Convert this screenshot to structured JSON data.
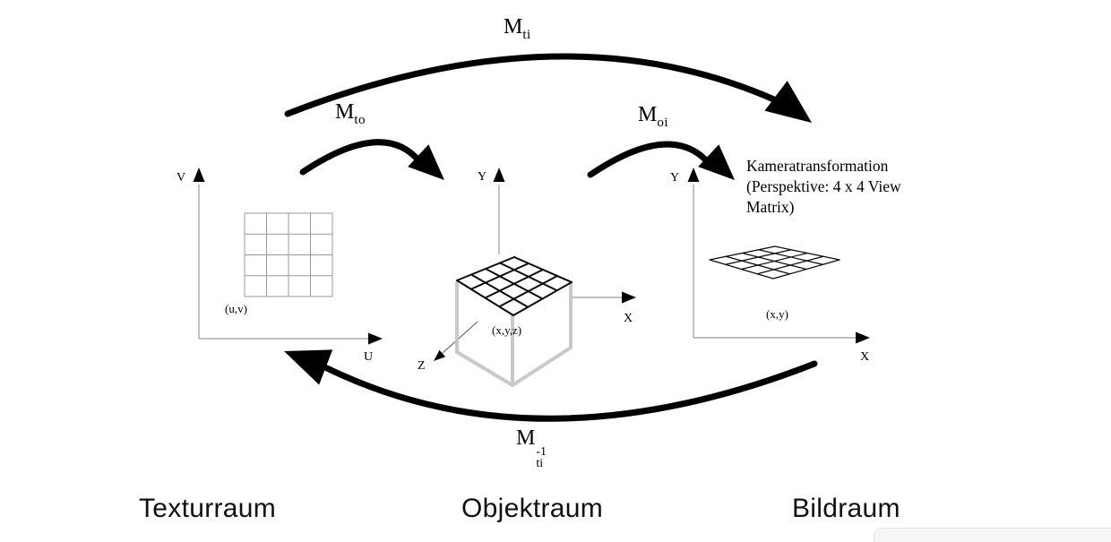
{
  "transform_labels": {
    "m_ti": {
      "base": "M",
      "sub": "ti"
    },
    "m_to": {
      "base": "M",
      "sub": "to"
    },
    "m_oi": {
      "base": "M",
      "sub": "oi"
    },
    "m_ti_inv": {
      "base": "M",
      "sub": "ti",
      "sup": "-1"
    }
  },
  "camera_note": {
    "line1": "Kameratransformation",
    "line2": "(Perspektive: 4 x 4 View",
    "line3": "Matrix)"
  },
  "texture_space": {
    "name": "Texturraum",
    "axis_v": "V",
    "axis_u": "U",
    "point": "(u,v)"
  },
  "object_space": {
    "name": "Objektraum",
    "axis_y": "Y",
    "axis_x": "X",
    "axis_z": "Z",
    "point": "(x,y,z)"
  },
  "image_space": {
    "name": "Bildraum",
    "axis_y": "Y",
    "axis_x": "X",
    "point": "(x,y)"
  },
  "colors": {
    "ink": "#000000",
    "axis_line": "#9a9a9a",
    "grid_line": "#999999",
    "mesh_line": "#0a0a0a",
    "cube_edge": "#c9c9c9",
    "z_axis_line": "#555555",
    "overlay_bg": "#f6f6f6",
    "overlay_border": "#e3e3e3"
  }
}
